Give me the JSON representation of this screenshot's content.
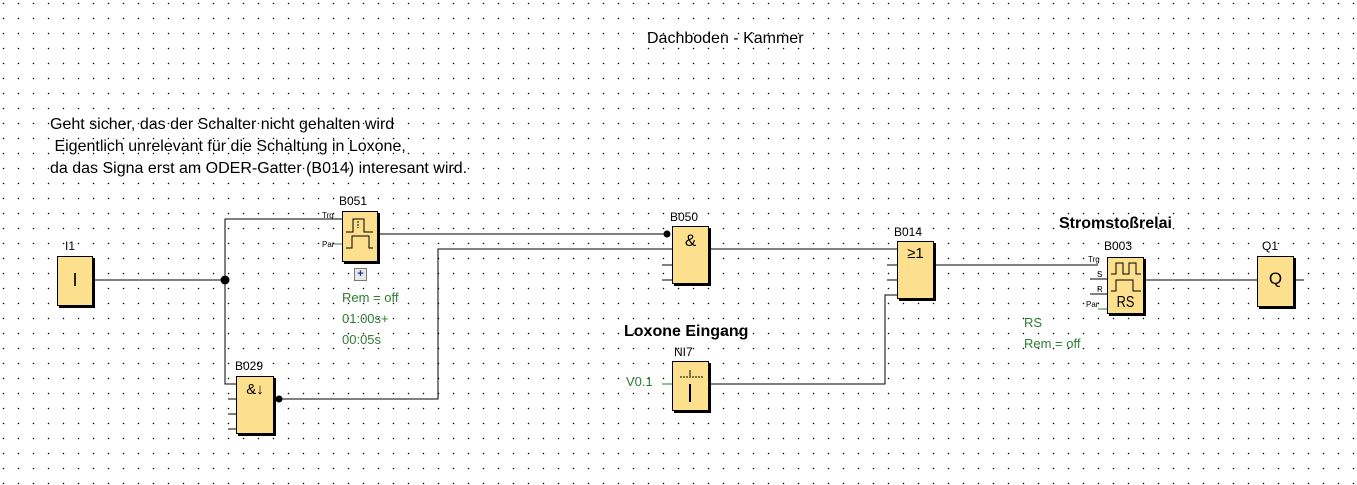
{
  "diagram": {
    "title": "Dachboden - Kammer",
    "note_lines": [
      "Geht sicher, das der Schalter nicht gehalten wird",
      " Eigentlich unrelevant für die Schaltung in Loxone,",
      "da das Signa erst am ODER-Gatter (B014) interesant wird."
    ],
    "headings": {
      "loxone_input": "Loxone Eingang",
      "impulse_relay": "Stromstoßrelai"
    },
    "blocks": {
      "i1": {
        "id": "I1",
        "symbol": "I",
        "type": "input"
      },
      "b051": {
        "id": "B051",
        "type": "wiping-relay",
        "pins": [
          "Trg",
          "Par"
        ],
        "params": [
          "Rem = off",
          "01:00s+",
          "00:05s"
        ],
        "expand_label": "+"
      },
      "b029": {
        "id": "B029",
        "symbol": "&↓",
        "type": "and-negative-edge"
      },
      "b050": {
        "id": "B050",
        "symbol": "&",
        "type": "and"
      },
      "b014": {
        "id": "B014",
        "symbol": "≥1",
        "type": "or"
      },
      "ni7": {
        "id": "NI7",
        "symbol": "I",
        "type": "network-input",
        "params": [
          "V0.1"
        ]
      },
      "b003": {
        "id": "B003",
        "symbol": "RS",
        "type": "latching-relay",
        "pins": [
          "Trg",
          "S",
          "R",
          "Par"
        ],
        "params": [
          "RS",
          "Rem = off"
        ]
      },
      "q1": {
        "id": "Q1",
        "symbol": "Q",
        "type": "output"
      }
    },
    "colors": {
      "block_fill": "#fde08d",
      "param_text": "#2e7d32",
      "wire": "#000000"
    }
  }
}
